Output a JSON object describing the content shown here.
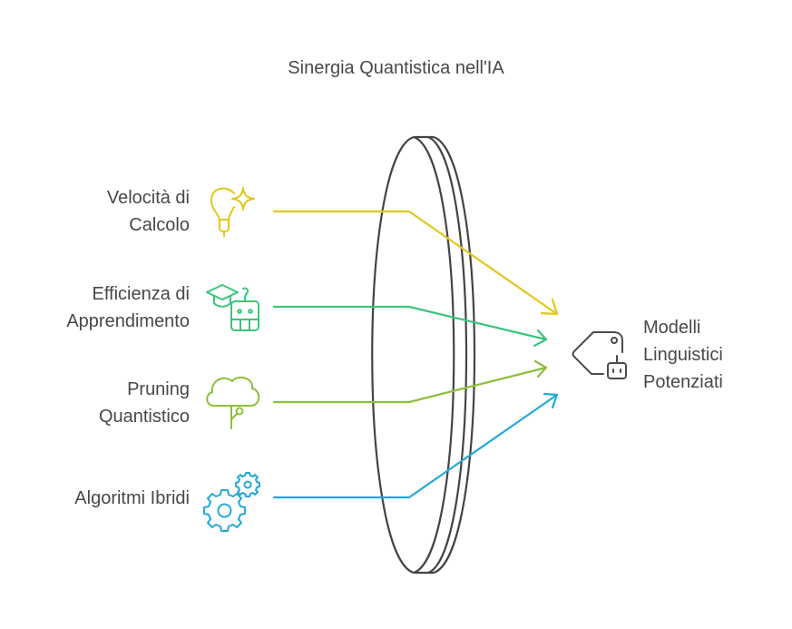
{
  "title": "Sinergia Quantistica nell'IA",
  "inputs": [
    {
      "label_lines": [
        "Velocità di",
        "Calcolo"
      ],
      "icon": "lightbulb-sparkle-icon",
      "color": "#e0c81a"
    },
    {
      "label_lines": [
        "Efficienza di",
        "Apprendimento"
      ],
      "icon": "graduation-robot-icon",
      "color": "#3cc47c"
    },
    {
      "label_lines": [
        "Pruning",
        "Quantistico"
      ],
      "icon": "tree-icon",
      "color": "#8cbf3a"
    },
    {
      "label_lines": [
        "Algoritmi Ibridi"
      ],
      "icon": "gears-icon",
      "color": "#22a9d8"
    }
  ],
  "output": {
    "label_lines": [
      "Modelli",
      "Linguistici",
      "Potenziati"
    ],
    "icon": "tag-robot-icon",
    "color": "#4a4a4a"
  },
  "lens_color": "#444444"
}
